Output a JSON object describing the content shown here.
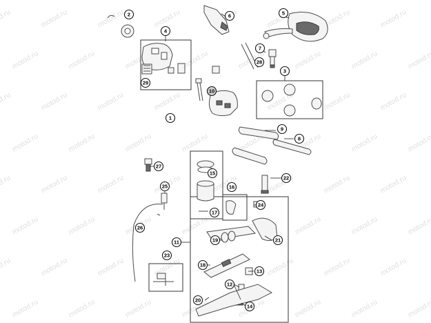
{
  "watermark": {
    "text": "motod.ru"
  },
  "callouts": {
    "c1": "1",
    "c2": "2",
    "c3": "3",
    "c4": "4",
    "c5": "5",
    "c6": "6",
    "c7": "7",
    "c8": "8",
    "c9": "9",
    "c10": "10",
    "c11": "11",
    "c12": "12",
    "c13": "13",
    "c14": "14",
    "c15": "15",
    "c16": "16",
    "c17": "17",
    "c18": "18",
    "c19": "19",
    "c20": "20",
    "c21": "21",
    "c22": "22",
    "c23": "23",
    "c24": "24",
    "c25": "25",
    "c26": "26",
    "c27": "27",
    "c28": "28",
    "c29": "29"
  }
}
